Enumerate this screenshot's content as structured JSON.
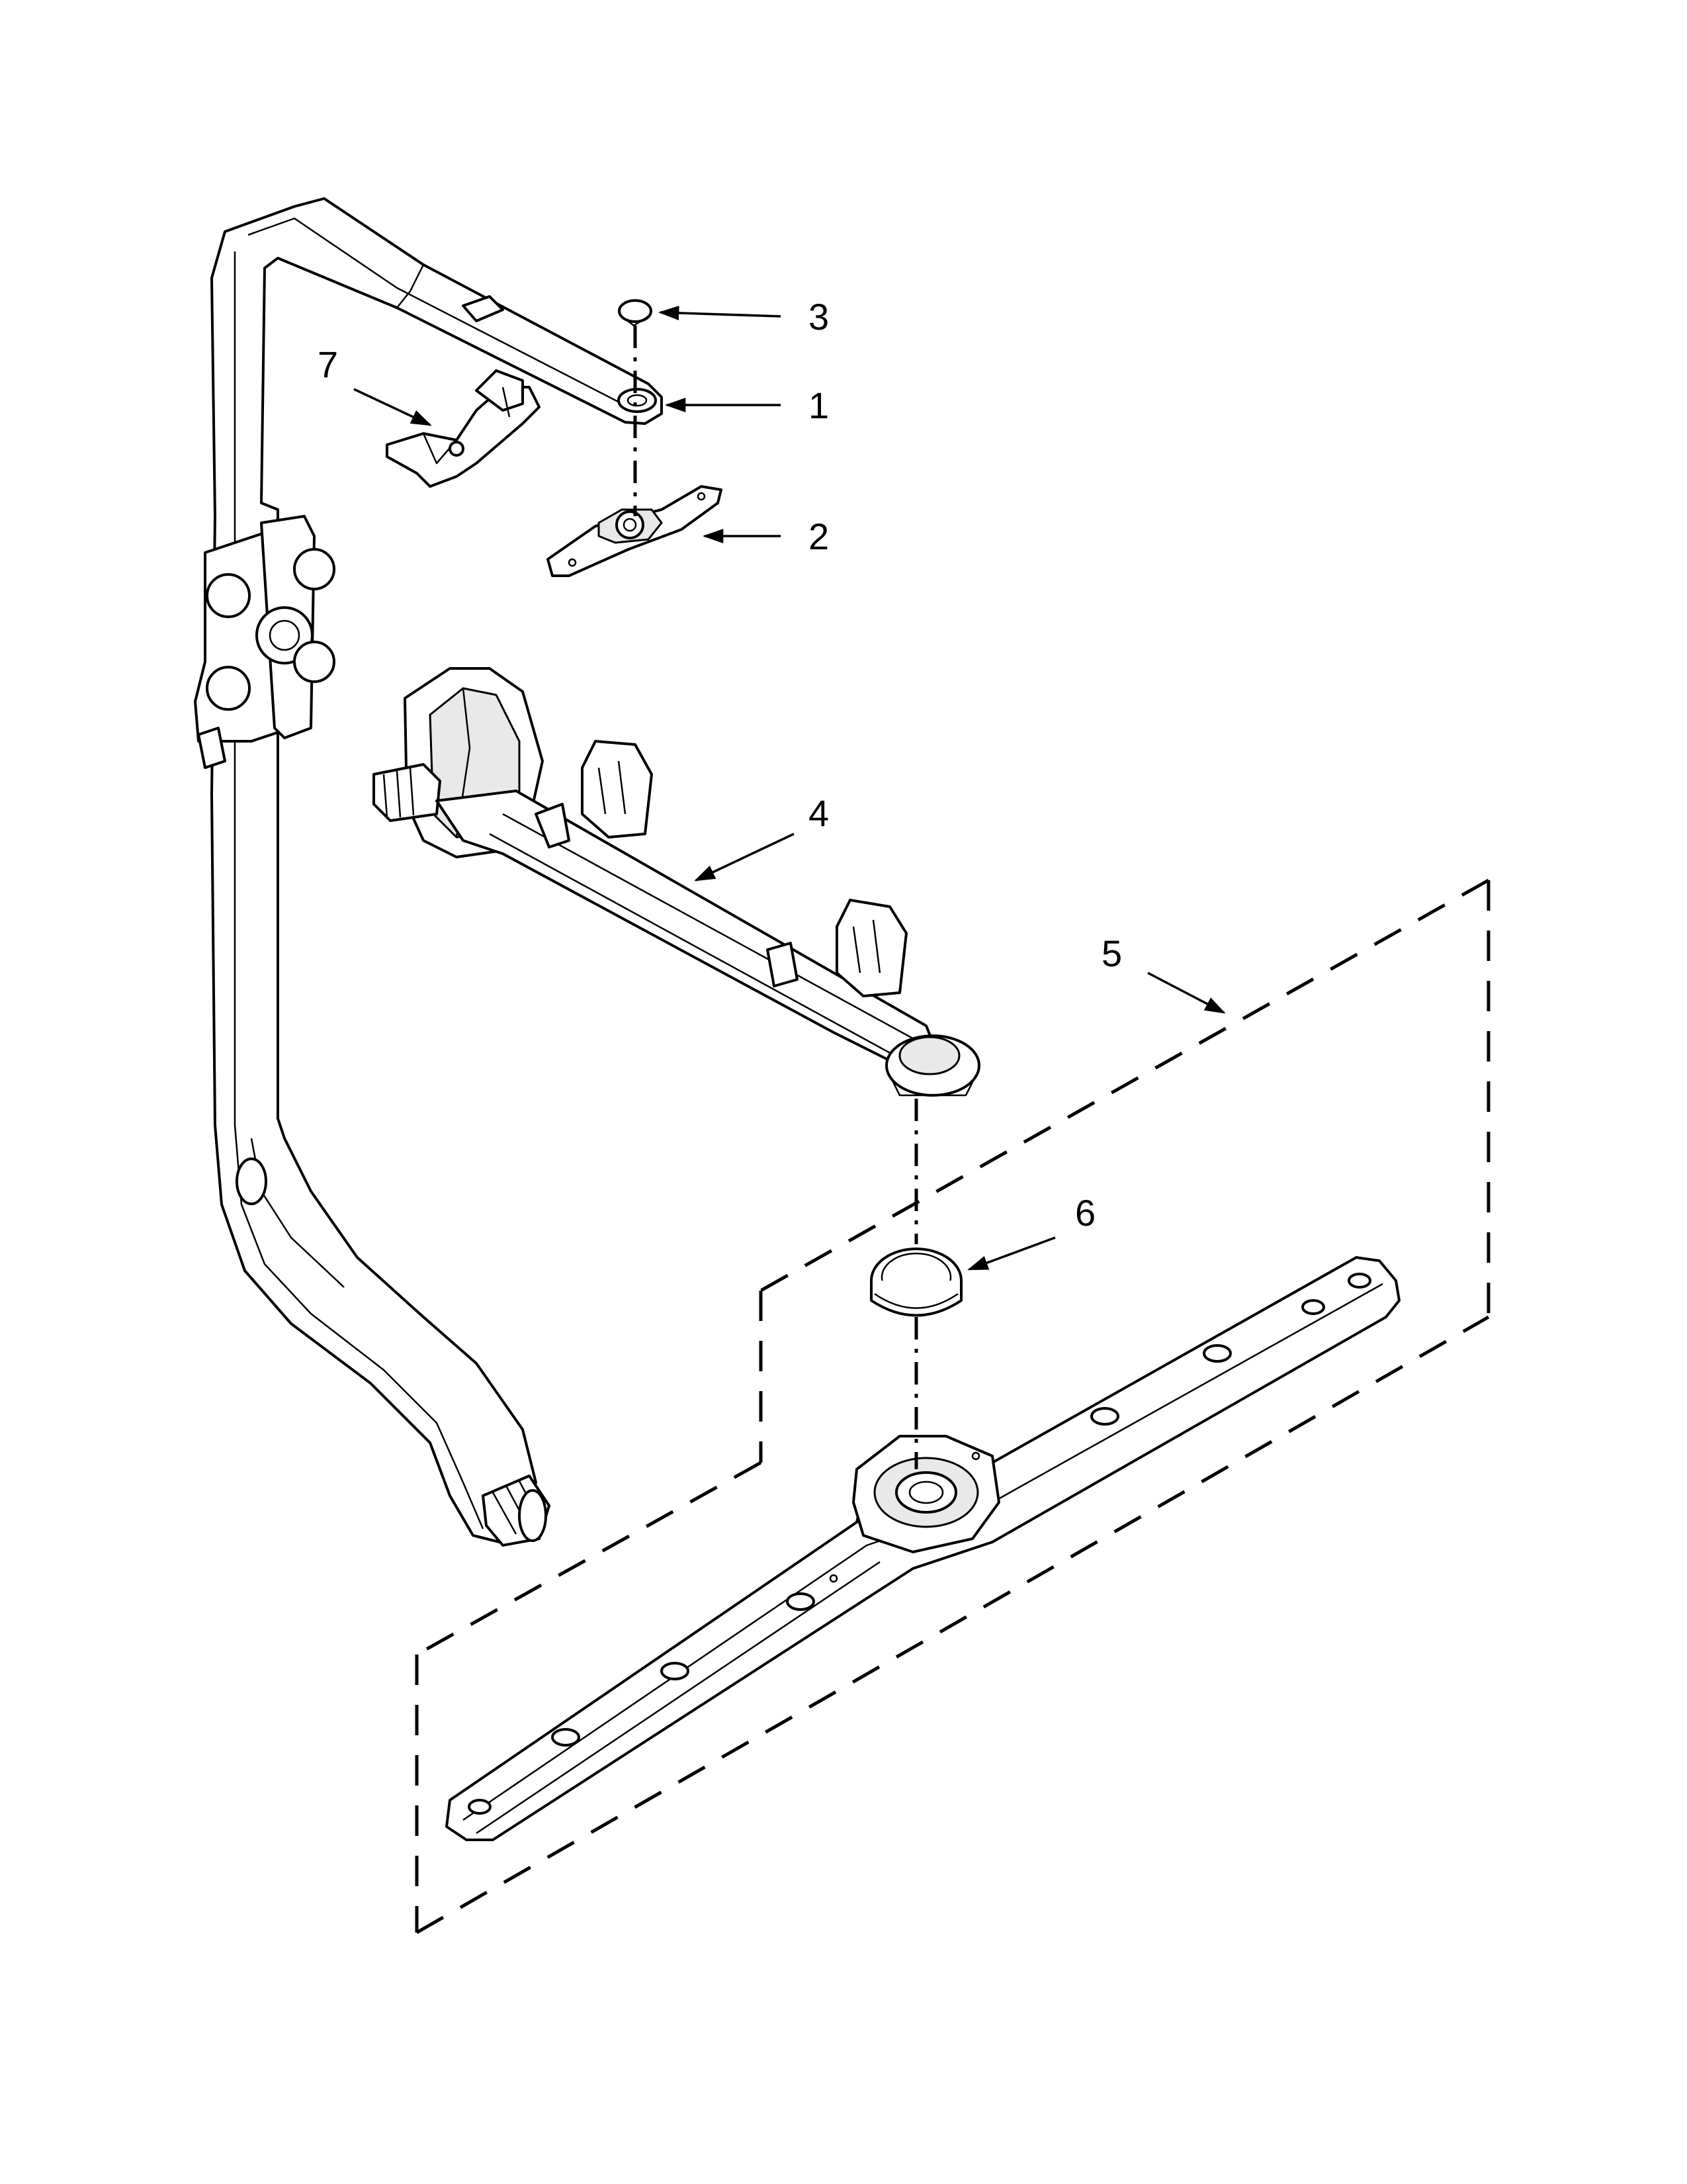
{
  "callouts": [
    {
      "id": "1",
      "label": "1"
    },
    {
      "id": "2",
      "label": "2"
    },
    {
      "id": "3",
      "label": "3"
    },
    {
      "id": "4",
      "label": "4"
    },
    {
      "id": "5",
      "label": "5"
    },
    {
      "id": "6",
      "label": "6"
    },
    {
      "id": "7",
      "label": "7"
    }
  ],
  "colors": {
    "line": "#000000",
    "background": "#ffffff",
    "shade": "#e9e9e9"
  }
}
